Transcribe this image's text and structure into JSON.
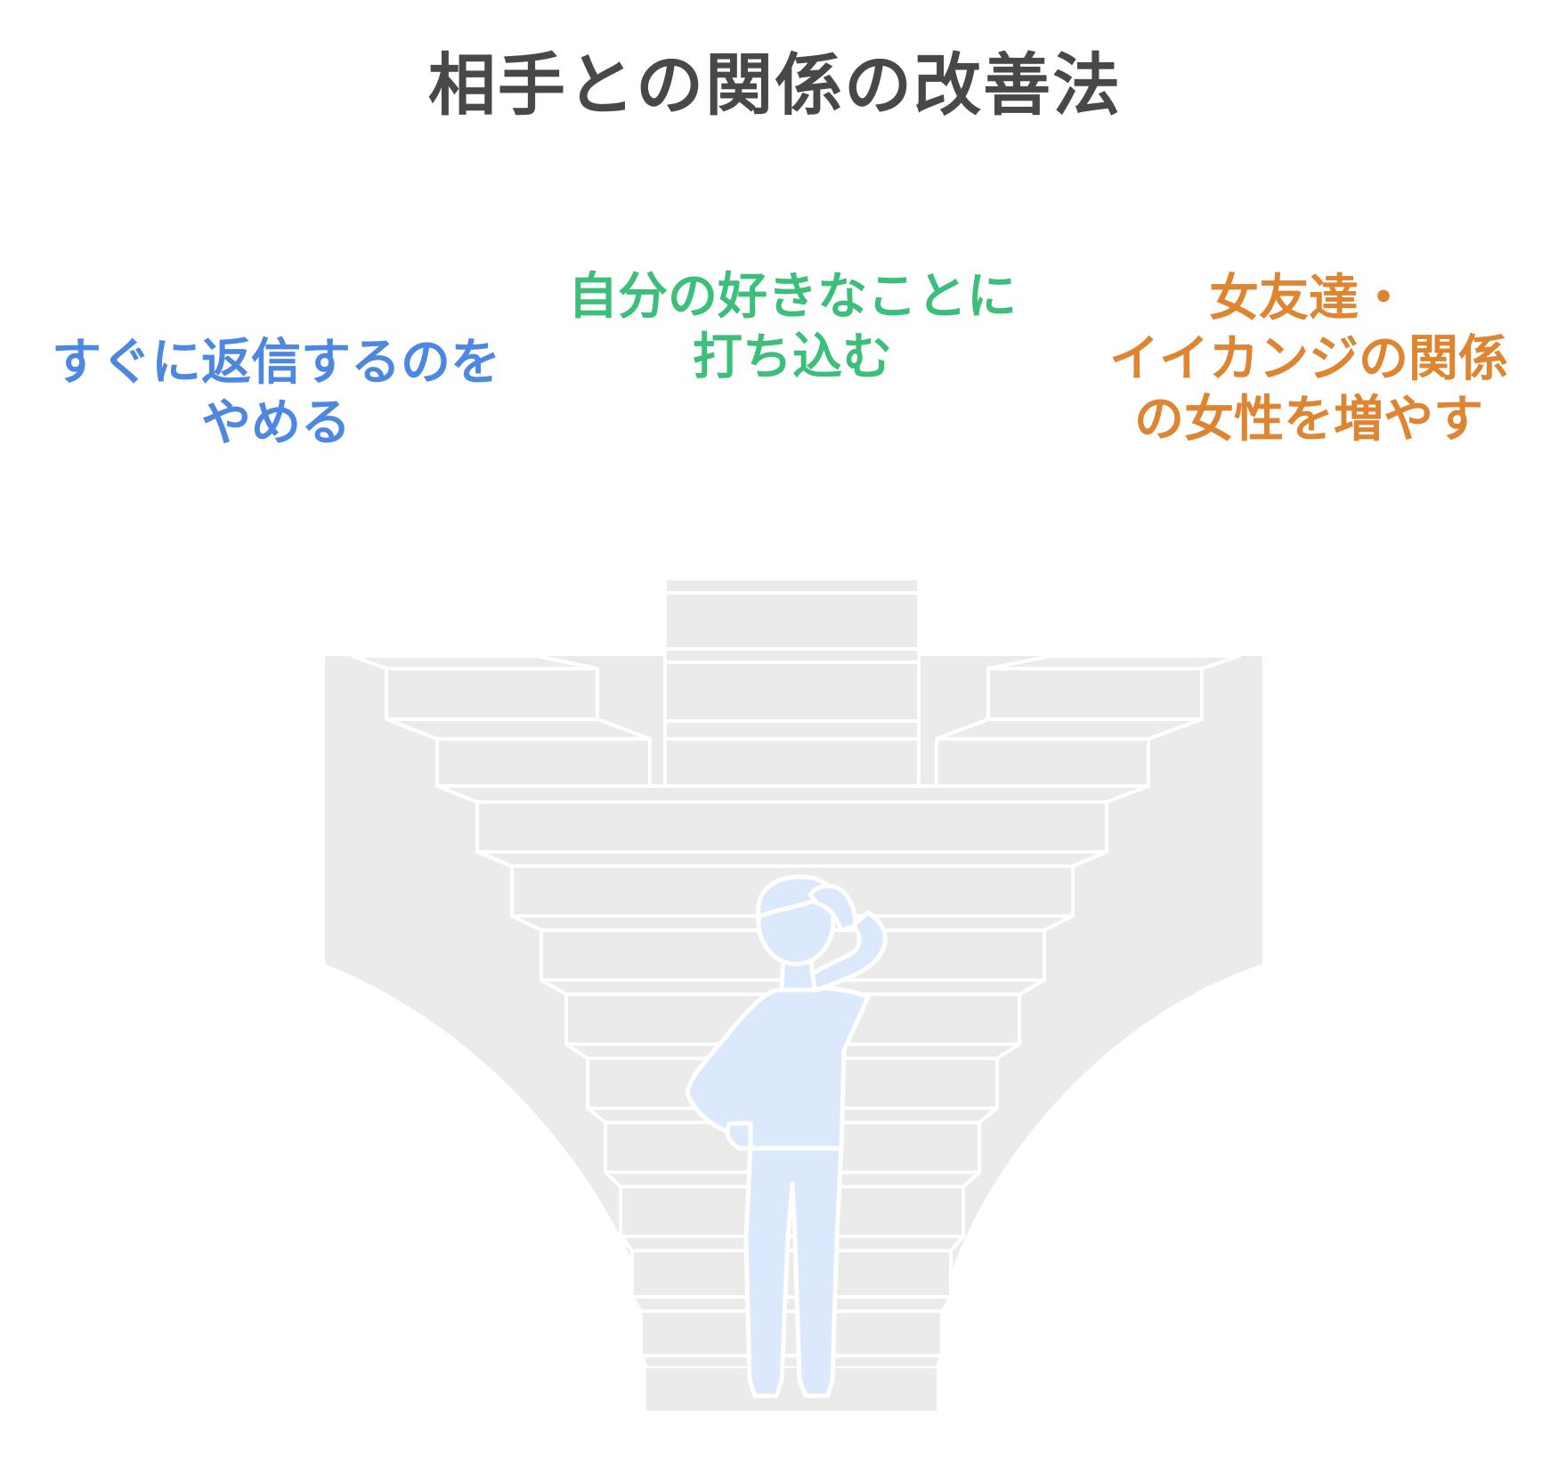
{
  "title": "相手との関係の改善法",
  "options": [
    {
      "id": "left",
      "lines": [
        "すぐに返信するのを",
        "やめる"
      ],
      "color": "#4e87e0"
    },
    {
      "id": "center",
      "lines": [
        "自分の好きなことに",
        "打ち込む"
      ],
      "color": "#3dbf7c"
    },
    {
      "id": "right",
      "lines": [
        "女友達・",
        "イイカンジの関係",
        "の女性を増やす"
      ],
      "color": "#de8531"
    }
  ],
  "illustration": {
    "background_color": "#ebebeb",
    "step_color": "#ebebeb",
    "outline_color": "#ffffff",
    "person_color": "#dce8fb",
    "icon": "thinking-person-icon"
  }
}
